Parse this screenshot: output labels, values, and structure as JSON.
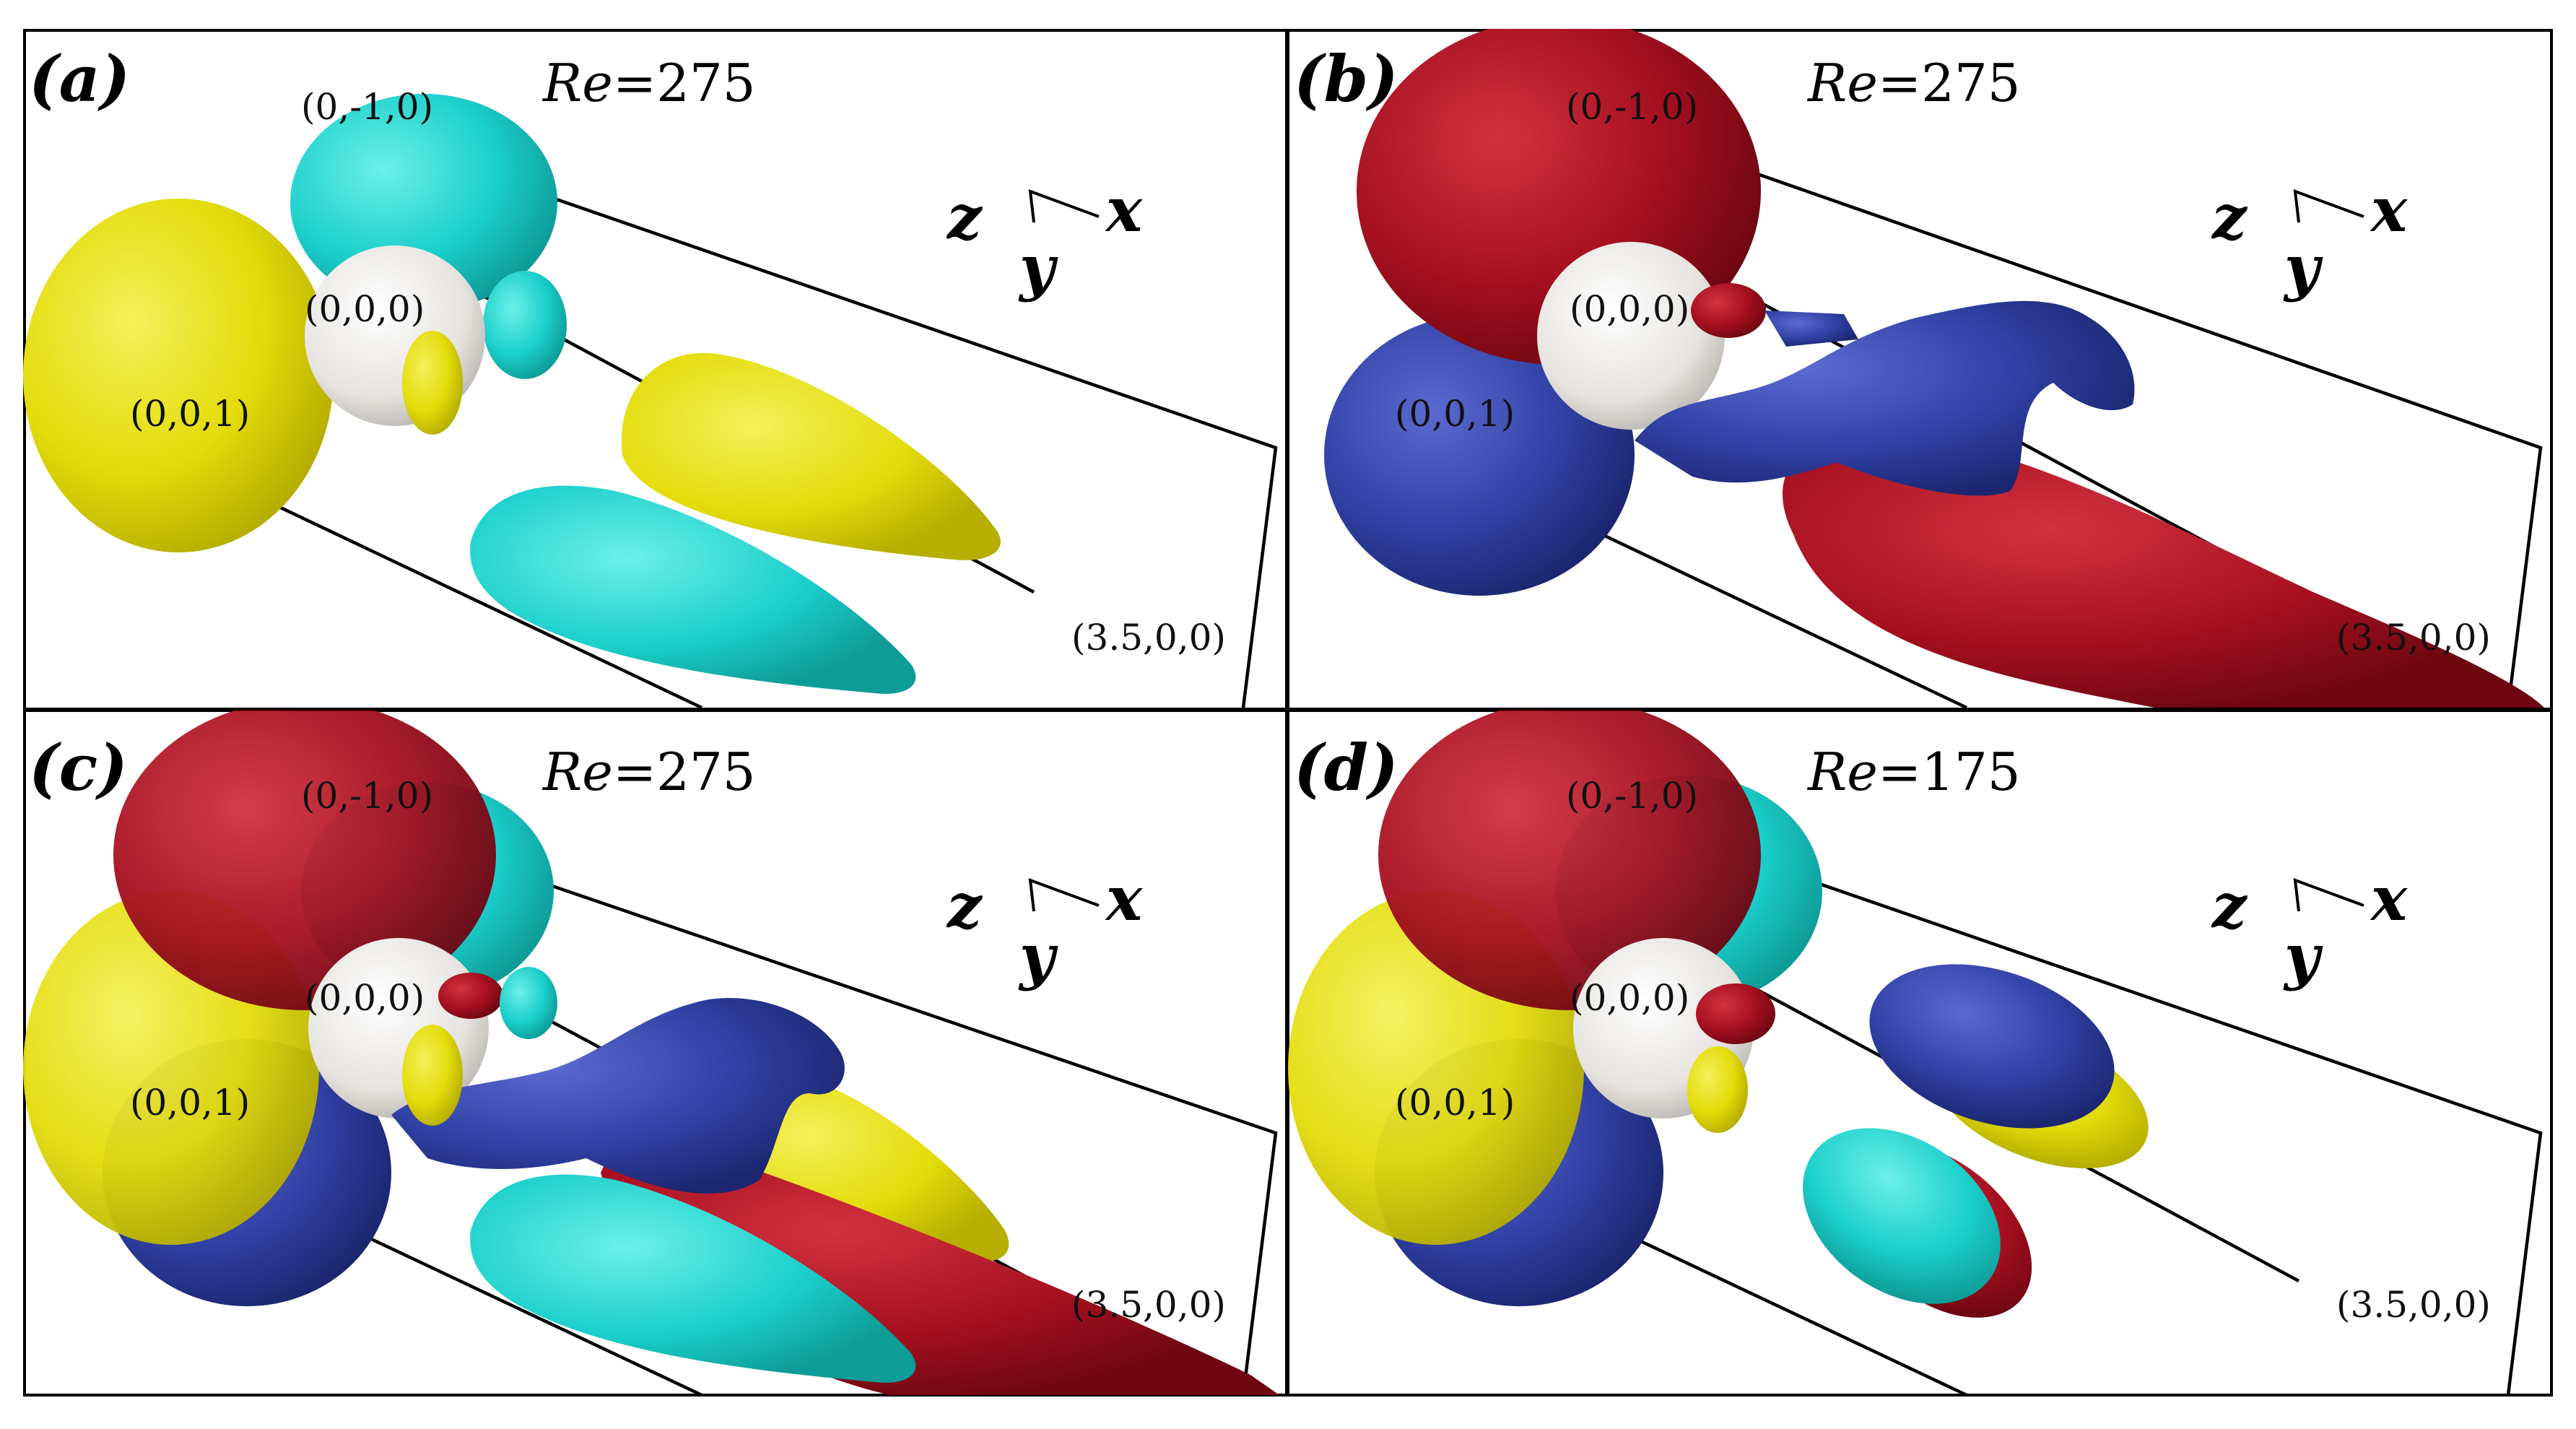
{
  "panels": [
    {
      "letter": "(a)",
      "re_prefix": "Re",
      "re_value": "=275",
      "labels": {
        "top": "(0,-1,0)",
        "origin": "(0,0,0)",
        "side": "(0,0,1)",
        "end": "(3.5,0,0)"
      },
      "axes": {
        "z": "z",
        "x": "x",
        "y": "y"
      }
    },
    {
      "letter": "(b)",
      "re_prefix": "Re",
      "re_value": "=275",
      "labels": {
        "top": "(0,-1,0)",
        "origin": "(0,0,0)",
        "side": "(0,0,1)",
        "end": "(3.5,0,0)"
      },
      "axes": {
        "z": "z",
        "x": "x",
        "y": "y"
      }
    },
    {
      "letter": "(c)",
      "re_prefix": "Re",
      "re_value": "=275",
      "labels": {
        "top": "(0,-1,0)",
        "origin": "(0,0,0)",
        "side": "(0,0,1)",
        "end": "(3.5,0,0)"
      },
      "axes": {
        "z": "z",
        "x": "x",
        "y": "y"
      }
    },
    {
      "letter": "(d)",
      "re_prefix": "Re",
      "re_value": "=175",
      "labels": {
        "top": "(0,-1,0)",
        "origin": "(0,0,0)",
        "side": "(0,0,1)",
        "end": "(3.5,0,0)"
      },
      "axes": {
        "z": "z",
        "x": "x",
        "y": "y"
      }
    }
  ],
  "colors": {
    "yellow": "#e3dc0a",
    "cyan": "#1bcfcb",
    "red": "#a50f1f",
    "blue": "#3040a4",
    "sphere": "#e6e3df"
  }
}
